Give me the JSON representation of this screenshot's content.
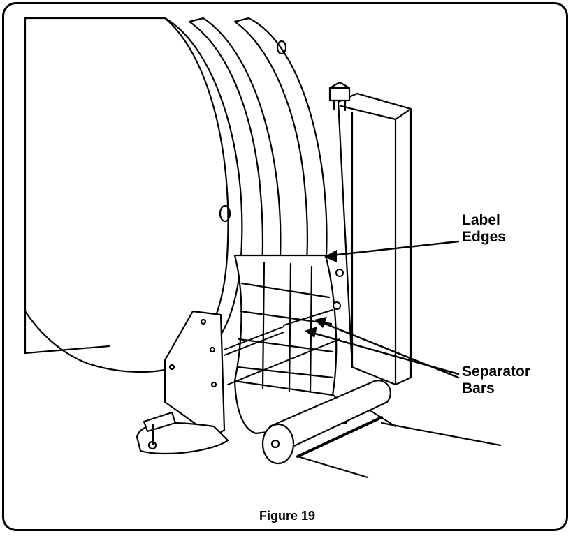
{
  "callouts": {
    "label_edges": {
      "line1": "Label",
      "line2": "Edges"
    },
    "separator_bars": {
      "line1": "Separator",
      "line2": "Bars"
    }
  },
  "caption": "Figure 19",
  "colors": {
    "ink": "#000000",
    "paper": "#ffffff"
  }
}
